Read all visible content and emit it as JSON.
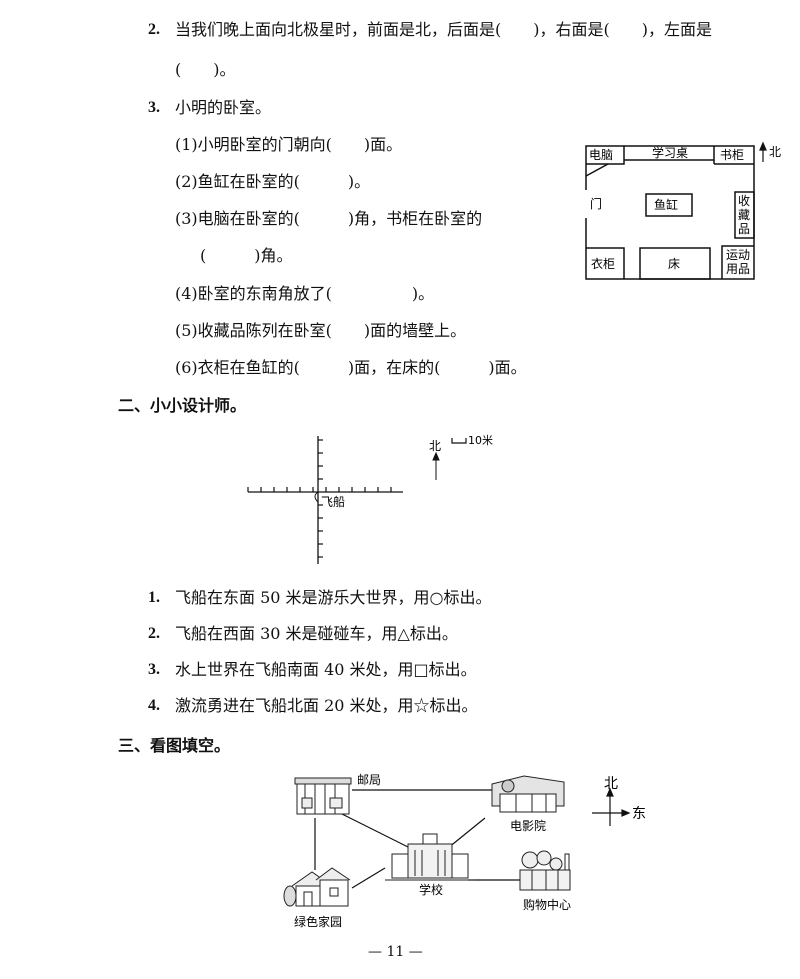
{
  "q2": {
    "num": "2.",
    "line1": "当我们晚上面向北极星时，前面是北，后面是(　　)，右面是(　　)，左面是",
    "line2": "(　　)。"
  },
  "q3": {
    "num": "3.",
    "title": "小明的卧室。",
    "items": [
      "(1)小明卧室的门朝向(　　)面。",
      "(2)鱼缸在卧室的(　　　)。",
      "(3)电脑在卧室的(　　　)角，书柜在卧室的",
      "(　　　)角。",
      "(4)卧室的东南角放了(　　　　　)。",
      "(5)收藏品陈列在卧室(　　)面的墙壁上。",
      "(6)衣柜在鱼缸的(　　　)面，在床的(　　　)面。"
    ]
  },
  "room": {
    "computer": "电脑",
    "desk": "学习桌",
    "bookcase": "书柜",
    "north": "北",
    "door": "门",
    "fishtank": "鱼缸",
    "collection": [
      "收",
      "藏",
      "品"
    ],
    "wardrobe": "衣柜",
    "bed": "床",
    "sports": [
      "运动",
      "用品"
    ]
  },
  "sec2": {
    "title": "二、小小设计师。",
    "north": "北",
    "scale": "10米",
    "ship": "飞船",
    "items": [
      {
        "num": "1.",
        "text": "飞船在东面 50 米是游乐大世界，用○标出。"
      },
      {
        "num": "2.",
        "text": "飞船在西面 30 米是碰碰车，用△标出。"
      },
      {
        "num": "3.",
        "text": "水上世界在飞船南面 40 米处，用□标出。"
      },
      {
        "num": "4.",
        "text": "激流勇进在飞船北面 20 米处，用☆标出。"
      }
    ]
  },
  "sec3": {
    "title": "三、看图填空。",
    "post": "邮局",
    "cinema": "电影院",
    "school": "学校",
    "mall": "购物中心",
    "park": "绿色家园",
    "north": "北",
    "east": "东"
  },
  "page_number": "— 11 —"
}
